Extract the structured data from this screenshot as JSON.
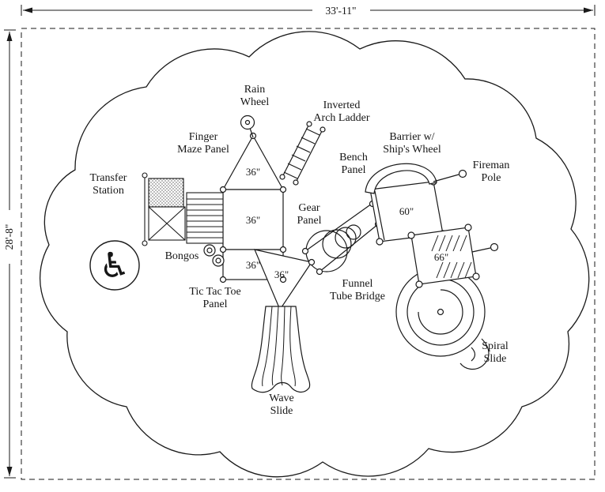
{
  "dimensions": {
    "width": "33'-11\"",
    "height": "28'-8\""
  },
  "equipment": {
    "rain_wheel": [
      "Rain",
      "Wheel"
    ],
    "inverted_arch_ladder": [
      "Inverted",
      "Arch Ladder"
    ],
    "finger_maze_panel": [
      "Finger",
      "Maze Panel"
    ],
    "transfer_station": [
      "Transfer",
      "Station"
    ],
    "barrier_ships_wheel": [
      "Barrier w/",
      "Ship's Wheel"
    ],
    "fireman_pole": [
      "Fireman",
      "Pole"
    ],
    "bench_panel": [
      "Bench",
      "Panel"
    ],
    "gear_panel": [
      "Gear",
      "Panel"
    ],
    "bongos": "Bongos",
    "tic_tac_toe_panel": [
      "Tic Tac Toe",
      "Panel"
    ],
    "funnel_tube_bridge": [
      "Funnel",
      "Tube Bridge"
    ],
    "wave_slide": [
      "Wave",
      "Slide"
    ],
    "spiral_slide": [
      "Spiral",
      "Slide"
    ]
  },
  "decks": {
    "triangle_top": "36\"",
    "square_upper": "36\"",
    "square_lower": "36\"",
    "triangle_right": "36\"",
    "deck_60": "60\"",
    "deck_66": "66\""
  },
  "icons": {
    "accessible": "♿"
  },
  "colors": {
    "line": "#1a1a1a",
    "background": "#ffffff"
  }
}
